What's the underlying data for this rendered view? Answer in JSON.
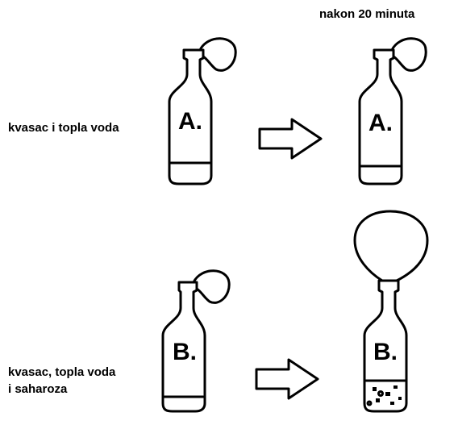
{
  "header": {
    "time_label": "nakon 20 minuta"
  },
  "rows": [
    {
      "condition": "kvasac i topla voda",
      "bottle_label": "A."
    },
    {
      "condition_line1": "kvasac, topla voda",
      "condition_line2": "i saharoza",
      "bottle_label": "B."
    }
  ]
}
